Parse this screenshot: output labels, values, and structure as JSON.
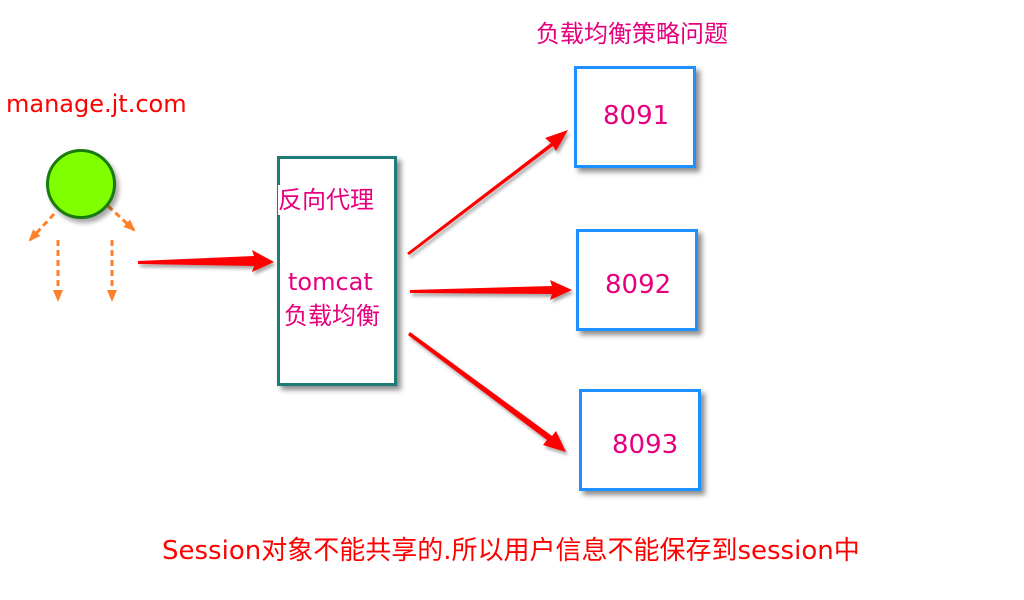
{
  "title": "负载均衡策略问题",
  "client": {
    "label": "manage.jt.com",
    "node_color": "#80ff00"
  },
  "proxy": {
    "label_reverse_proxy": "反向代理",
    "label_tomcat": "tomcat",
    "label_load_balance": "负载均衡"
  },
  "servers": [
    {
      "port": "8091"
    },
    {
      "port": "8092"
    },
    {
      "port": "8093"
    }
  ],
  "footer": "Session对象不能共享的.所以用户信息不能保存到session中",
  "colors": {
    "text_accent": "#e6007e",
    "arrow": "#ff0000",
    "server_border": "#1e90ff",
    "proxy_border": "#1f7a78",
    "client_arrows": "#ff7f2a"
  }
}
